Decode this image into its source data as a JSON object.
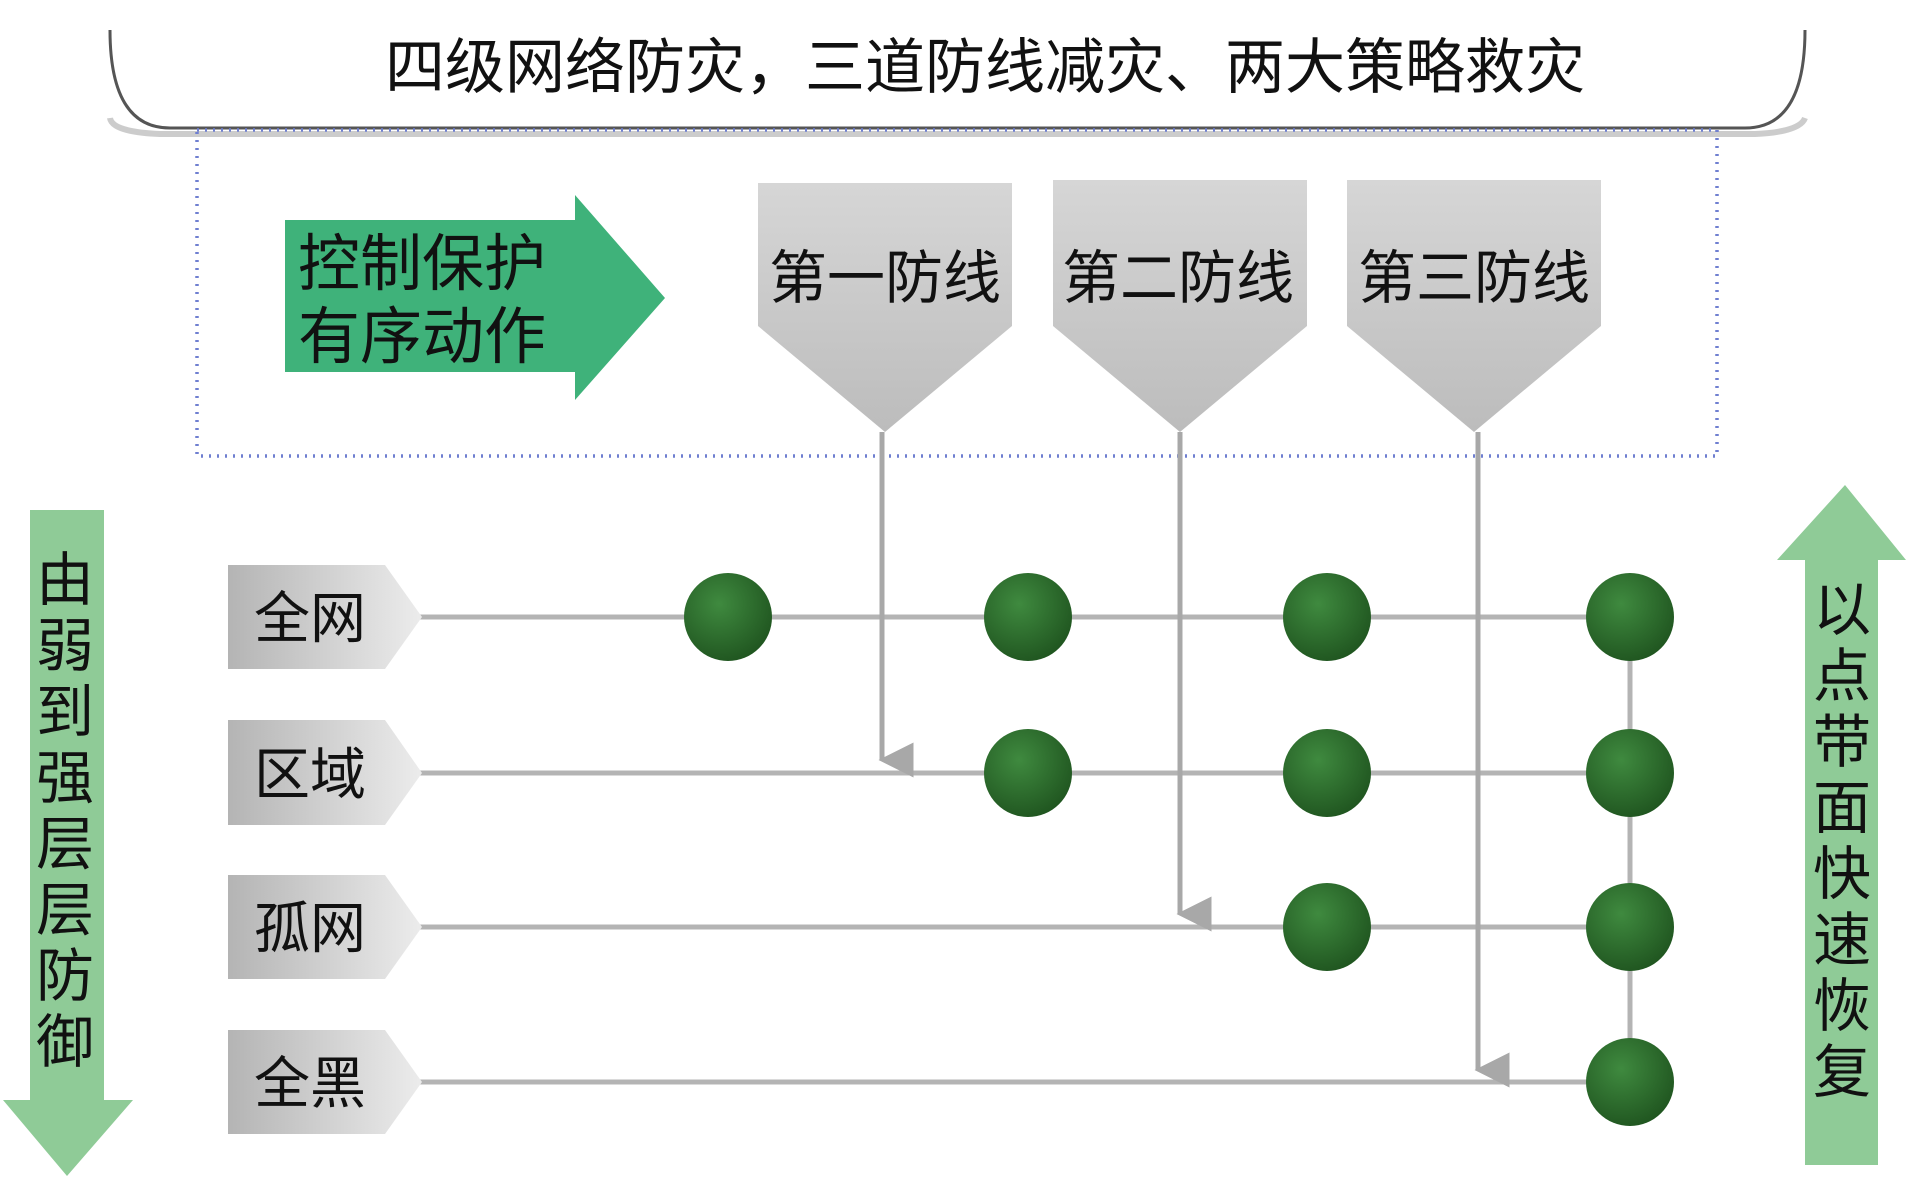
{
  "title": "四级网络防灾，三道防线减灾、两大策略救灾",
  "control": {
    "line1": "控制保护",
    "line2": "有序动作"
  },
  "defense_lines": [
    {
      "id": "d1",
      "label": "第一防线"
    },
    {
      "id": "d2",
      "label": "第二防线"
    },
    {
      "id": "d3",
      "label": "第三防线"
    }
  ],
  "levels": [
    {
      "id": "l1",
      "label": "全网"
    },
    {
      "id": "l2",
      "label": "区域"
    },
    {
      "id": "l3",
      "label": "孤网"
    },
    {
      "id": "l4",
      "label": "全黑"
    }
  ],
  "left_strategy": {
    "chars": [
      "由",
      "弱",
      "到",
      "强",
      "层",
      "层",
      "防",
      "御"
    ]
  },
  "right_strategy": {
    "chars": [
      "以",
      "点",
      "带",
      "面",
      "快",
      "速",
      "恢",
      "复"
    ]
  },
  "colors": {
    "green_arrow": "#3fb27a",
    "light_green_arrow": "#8fcb97",
    "node": "#2b6a2b",
    "grey_box": "#c9c9c9",
    "line": "#b4b4b4",
    "dotted_border": "#6f7fd0"
  }
}
